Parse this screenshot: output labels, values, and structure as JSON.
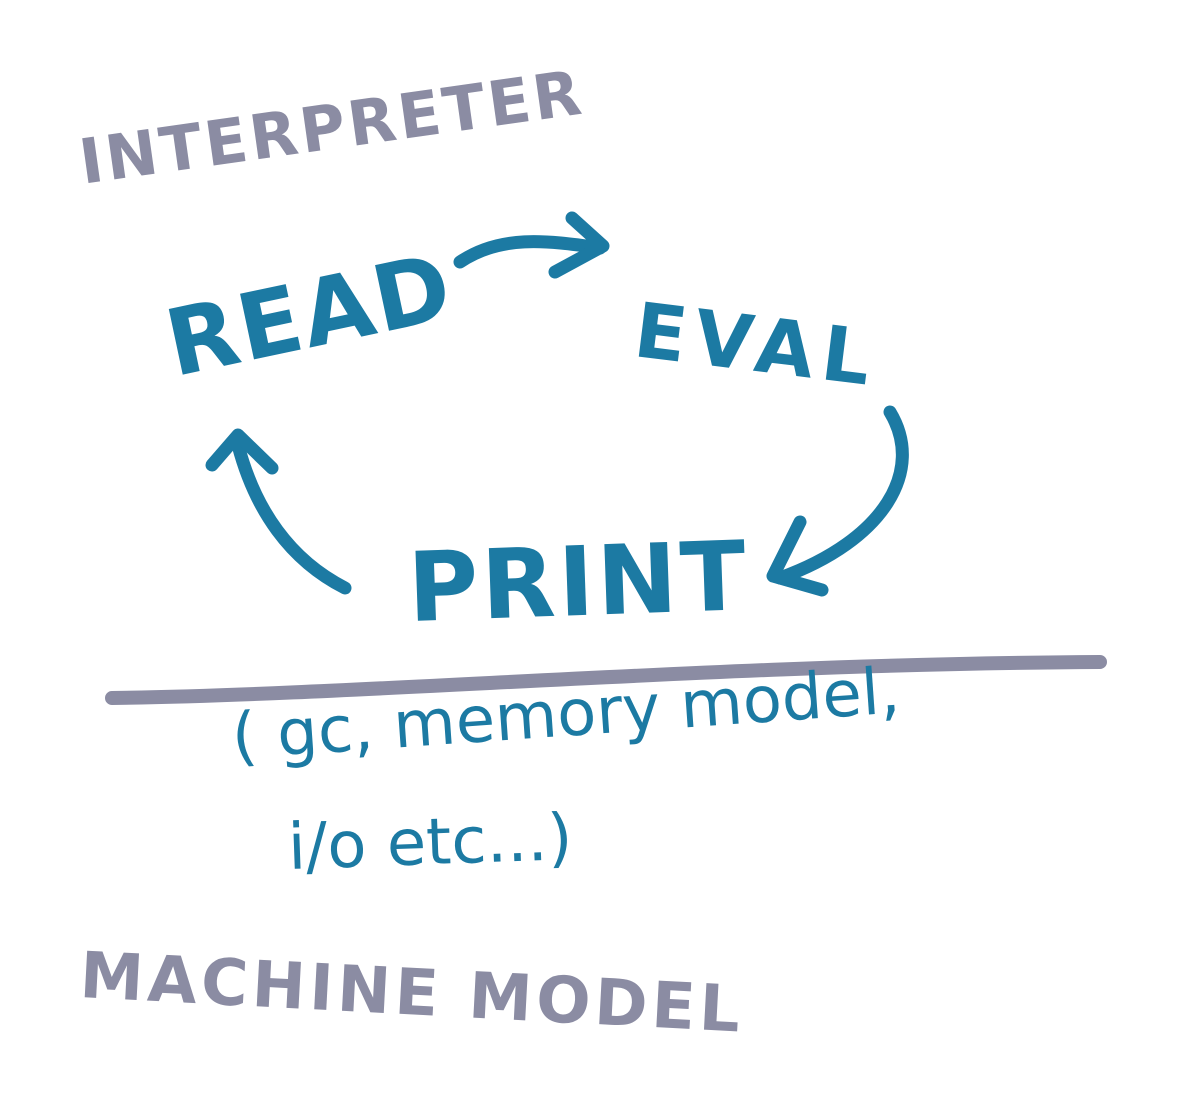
{
  "colors": {
    "blue": "#1c7aa3",
    "gray": "#8b8ca3",
    "background": "#ffffff"
  },
  "top_layer": {
    "label": "INTERPRETER",
    "cycle": {
      "read": "READ",
      "eval": "EVAL",
      "print": "PRINT"
    },
    "arrows": [
      {
        "from": "read",
        "to": "eval",
        "icon": "arrow-right-icon"
      },
      {
        "from": "eval",
        "to": "print",
        "icon": "arrow-curved-down-icon"
      },
      {
        "from": "print",
        "to": "read",
        "icon": "arrow-curved-up-icon"
      }
    ]
  },
  "divider": {
    "icon": "horizontal-divider-line"
  },
  "bottom_layer": {
    "details_line_1": "( gc, memory model,",
    "details_line_2": "i/o etc...)",
    "label": "MACHINE MODEL"
  }
}
